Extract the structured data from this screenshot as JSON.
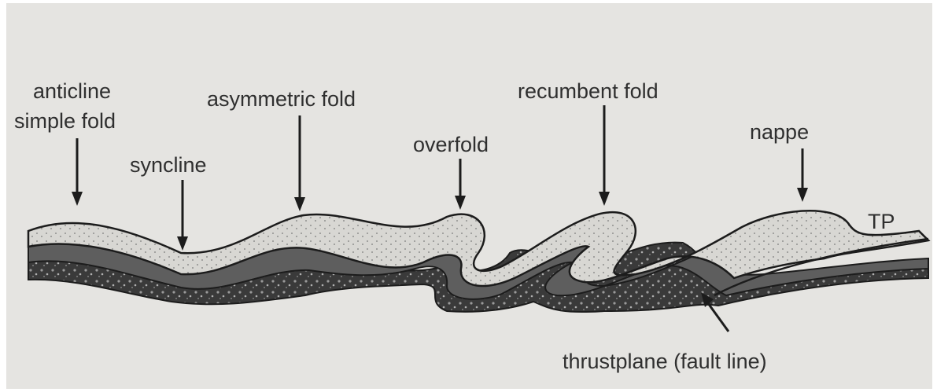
{
  "labels": {
    "anticline": "anticline",
    "simple_fold": "simple fold",
    "syncline": "syncline",
    "asymmetric_fold": "asymmetric fold",
    "overfold": "overfold",
    "recumbent_fold": "recumbent fold",
    "nappe": "nappe",
    "tp": "TP",
    "thrustplane": "thrustplane (fault line)"
  },
  "colors": {
    "background": "#e5e4e1",
    "outline": "#1c1c1c",
    "top_layer": "#d8d7d3",
    "middle_layer": "#5e5e5e",
    "bottom_layer": "#3a3a3a",
    "text": "#2f2f2f"
  }
}
